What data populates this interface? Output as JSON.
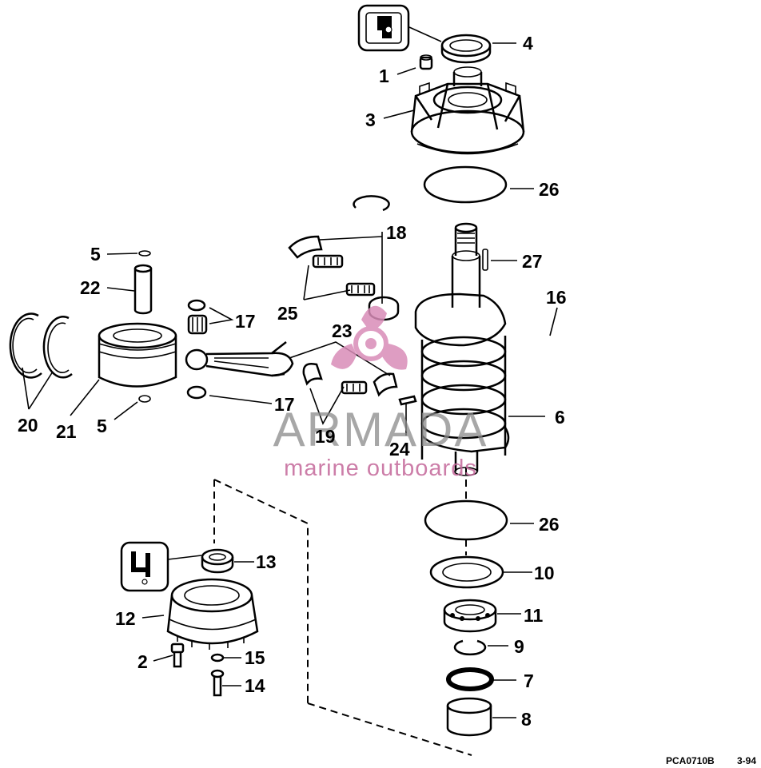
{
  "callouts": [
    {
      "id": "c1",
      "text": "1"
    },
    {
      "id": "c2",
      "text": "2"
    },
    {
      "id": "c3",
      "text": "3"
    },
    {
      "id": "c4",
      "text": "4"
    },
    {
      "id": "c5a",
      "text": "5"
    },
    {
      "id": "c5b",
      "text": "5"
    },
    {
      "id": "c6",
      "text": "6"
    },
    {
      "id": "c7",
      "text": "7"
    },
    {
      "id": "c8",
      "text": "8"
    },
    {
      "id": "c9",
      "text": "9"
    },
    {
      "id": "c10",
      "text": "10"
    },
    {
      "id": "c11",
      "text": "11"
    },
    {
      "id": "c12",
      "text": "12"
    },
    {
      "id": "c13",
      "text": "13"
    },
    {
      "id": "c14",
      "text": "14"
    },
    {
      "id": "c15",
      "text": "15"
    },
    {
      "id": "c16",
      "text": "16"
    },
    {
      "id": "c17a",
      "text": "17"
    },
    {
      "id": "c17b",
      "text": "17"
    },
    {
      "id": "c18",
      "text": "18"
    },
    {
      "id": "c19",
      "text": "19"
    },
    {
      "id": "c20",
      "text": "20"
    },
    {
      "id": "c21",
      "text": "21"
    },
    {
      "id": "c22",
      "text": "22"
    },
    {
      "id": "c23",
      "text": "23"
    },
    {
      "id": "c24",
      "text": "24"
    },
    {
      "id": "c25",
      "text": "25"
    },
    {
      "id": "c26a",
      "text": "26"
    },
    {
      "id": "c26b",
      "text": "26"
    },
    {
      "id": "c27",
      "text": "27"
    }
  ],
  "watermark": {
    "brand": "ARMADA",
    "tagline": "marine outboards",
    "brand_color": "#8a8a8a",
    "accent_color": "#d98cb8"
  },
  "footer": {
    "code": "PCA0710B",
    "date": "3-94"
  }
}
